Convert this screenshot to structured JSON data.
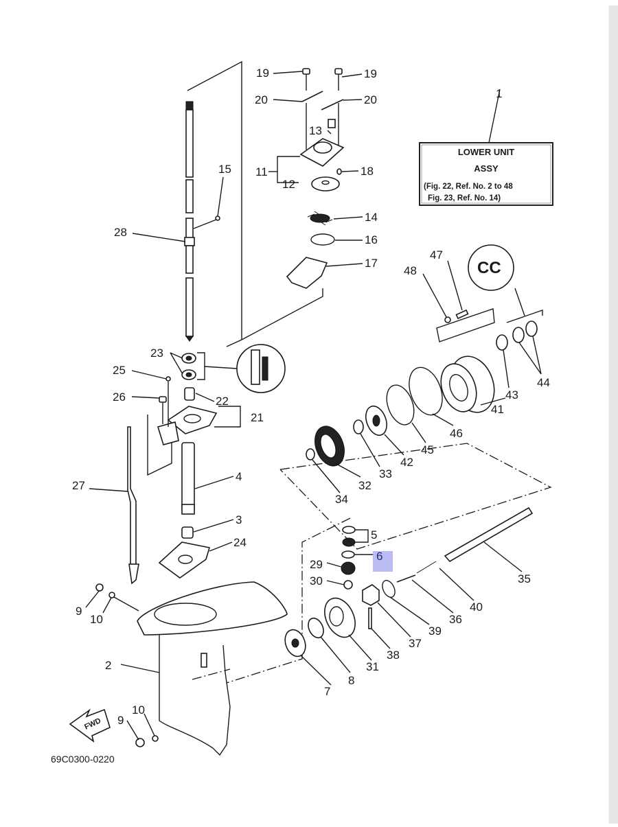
{
  "diagram": {
    "title_box": {
      "ref": "1",
      "line1": "LOWER UNIT",
      "line2": "ASSY",
      "line3": "(Fig. 22, Ref. No. 2 to 48",
      "line4": "Fig. 23, Ref. No. 14)"
    },
    "drawing_code": "69C0300-0220",
    "fwd_label": "FWD",
    "highlighted_ref": "6",
    "highlight_color": "#b8b8f4",
    "callouts": {
      "r2": "2",
      "r3": "3",
      "r4": "4",
      "r5": "5",
      "r6": "6",
      "r7": "7",
      "r8": "8",
      "r9a": "9",
      "r9b": "9",
      "r10a": "10",
      "r10b": "10",
      "r11": "11",
      "r12": "12",
      "r13": "13",
      "r14": "14",
      "r15": "15",
      "r16": "16",
      "r17": "17",
      "r18": "18",
      "r19a": "19",
      "r19b": "19",
      "r20a": "20",
      "r20b": "20",
      "r21": "21",
      "r22": "22",
      "r23": "23",
      "r24": "24",
      "r25": "25",
      "r26": "26",
      "r27": "27",
      "r28": "28",
      "r29": "29",
      "r30": "30",
      "r31": "31",
      "r32": "32",
      "r33": "33",
      "r34": "34",
      "r35": "35",
      "r36": "36",
      "r37": "37",
      "r38": "38",
      "r39": "39",
      "r40": "40",
      "r41": "41",
      "r42": "42",
      "r43": "43",
      "r44": "44",
      "r45": "45",
      "r46": "46",
      "r47": "47",
      "r48": "48"
    }
  }
}
